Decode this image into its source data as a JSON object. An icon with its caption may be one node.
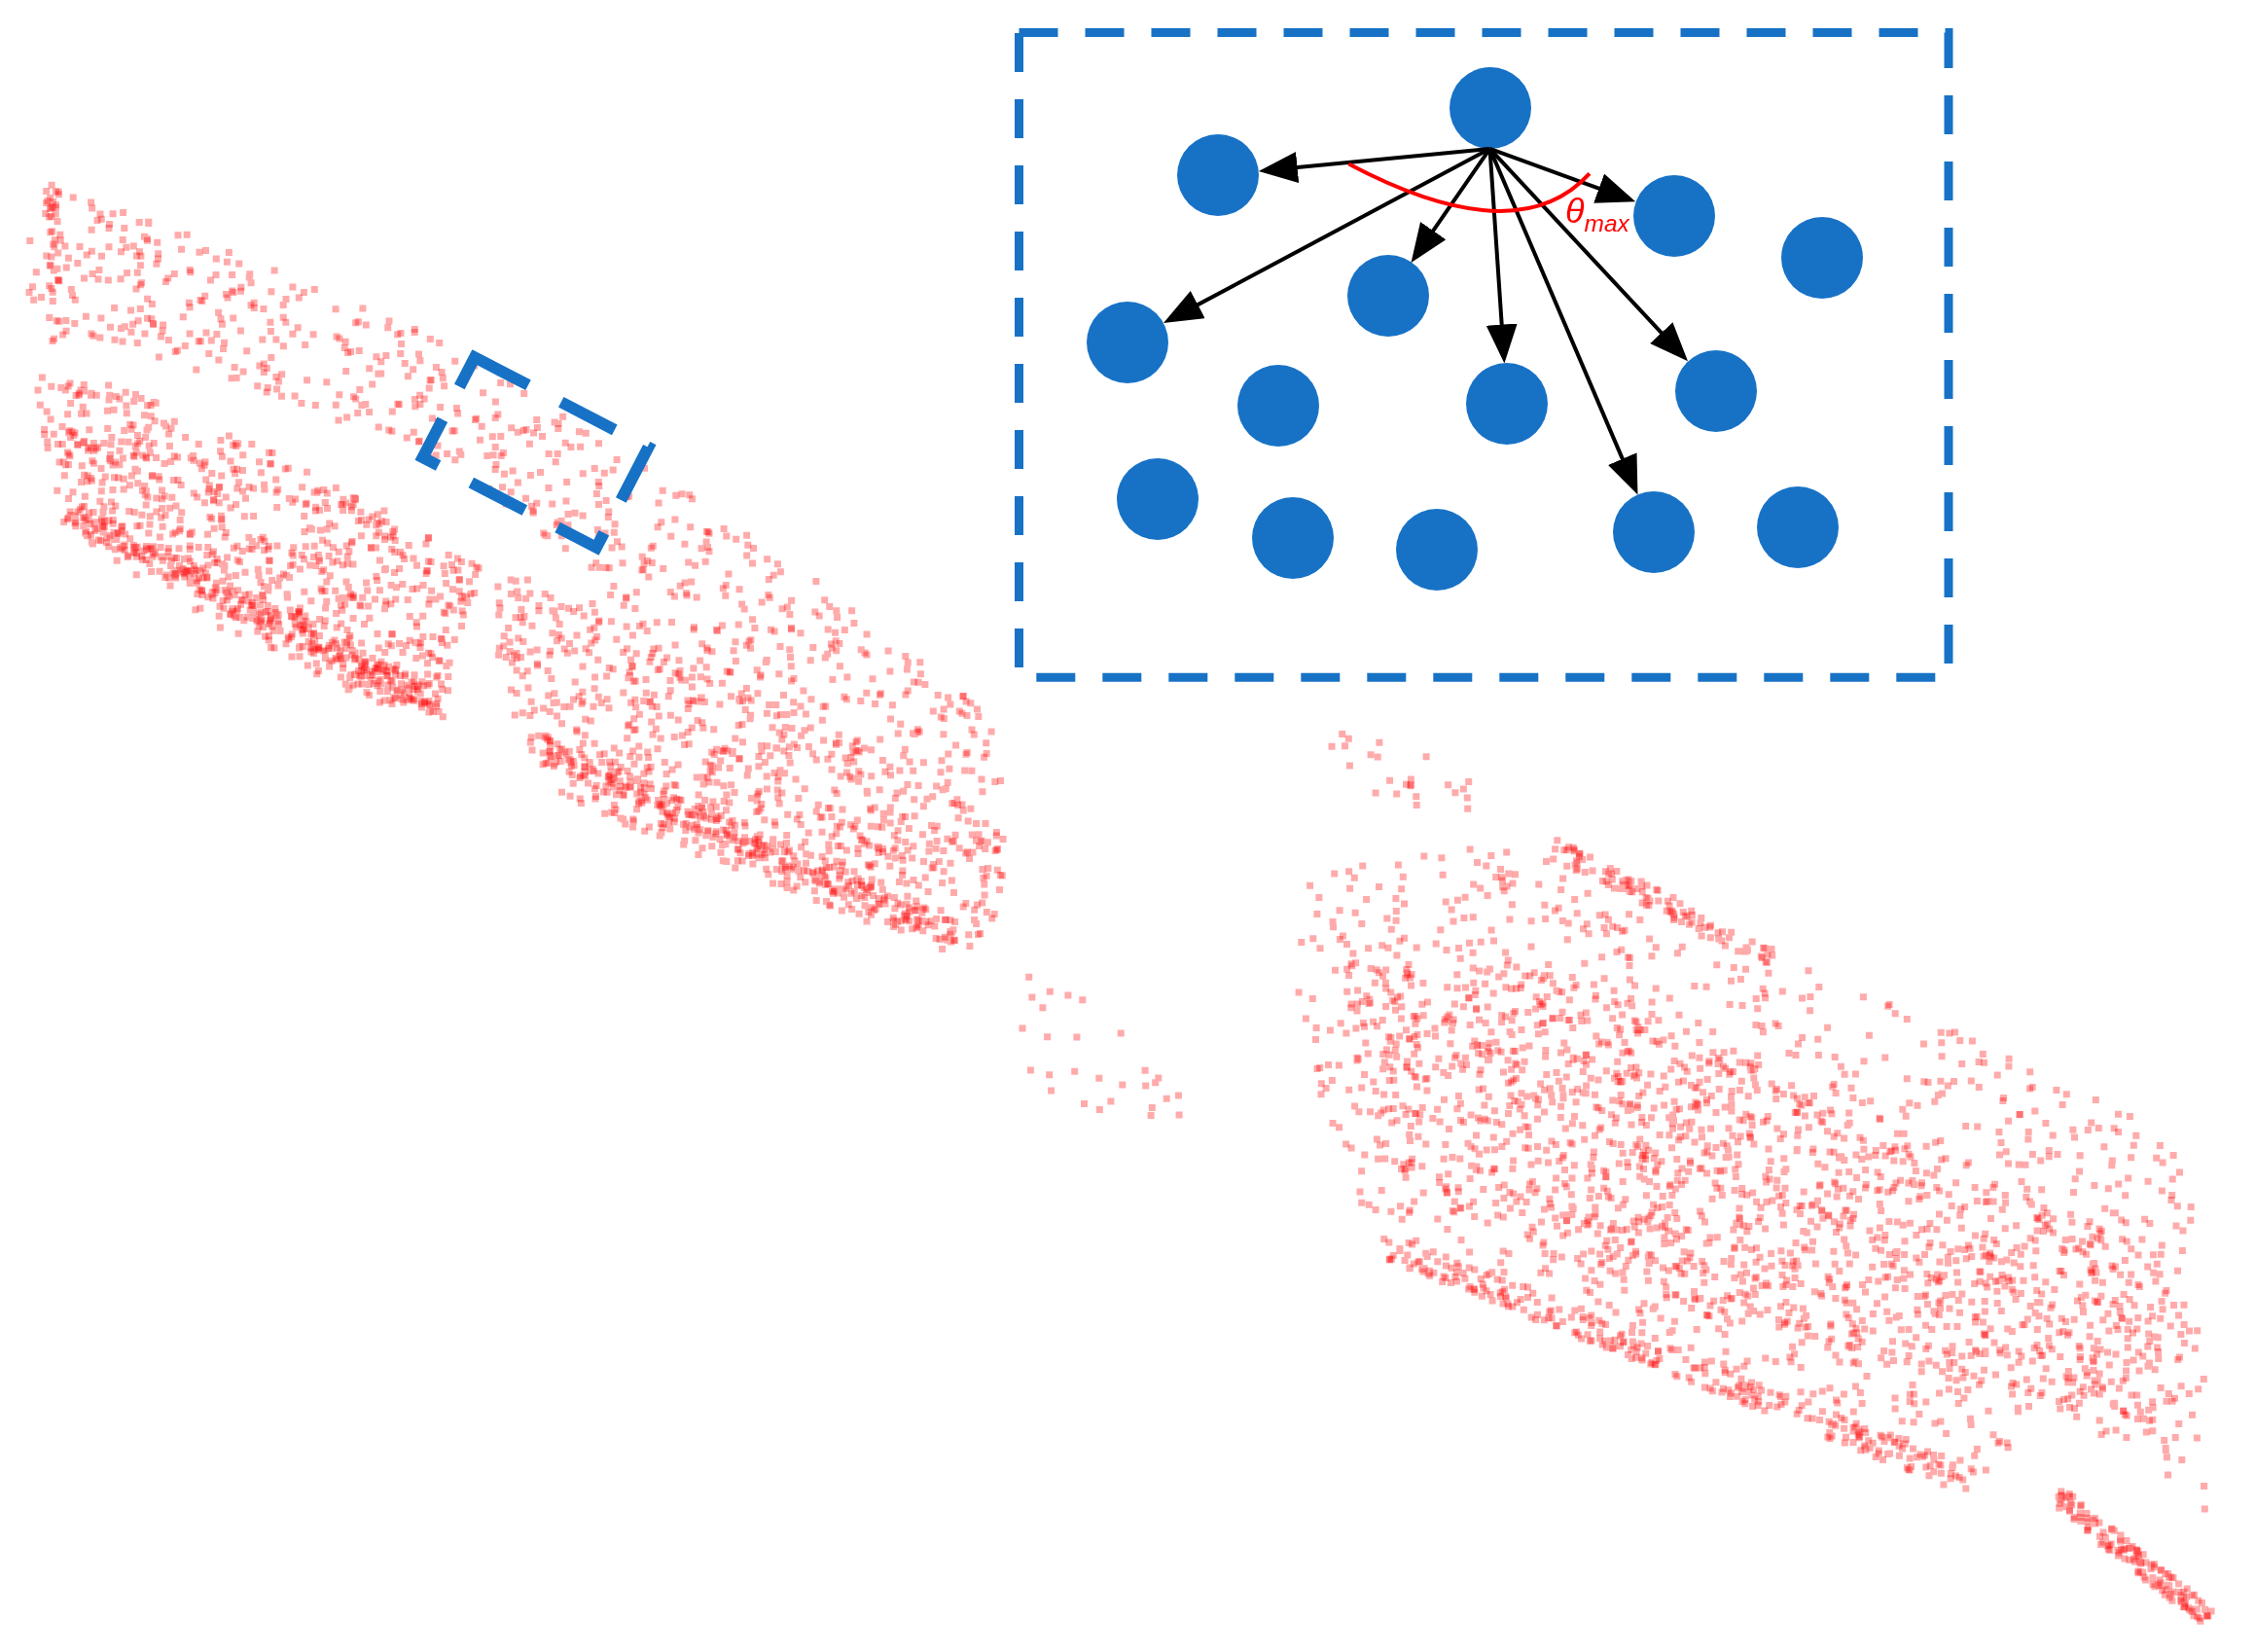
{
  "diagram": {
    "nodes": [
      {
        "text": [],
        "shape": "box"
      },
      {
        "text": [],
        "shape": "circle",
        "in": 0
      },
      {
        "text": [],
        "shape": "circle",
        "in": 0
      },
      {
        "text": [],
        "shape": "circle",
        "in": 0
      },
      {
        "text": [],
        "shape": "circle",
        "in": 0
      },
      {
        "text": [],
        "shape": "circle",
        "in": 0
      },
      {
        "text": [],
        "shape": "circle",
        "in": 0
      },
      {
        "text": [],
        "shape": "circle",
        "in": 0
      },
      {
        "text": [],
        "shape": "circle",
        "in": 0
      },
      {
        "text": [],
        "shape": "circle",
        "in": 0
      },
      {
        "text": [],
        "shape": "circle",
        "in": 0
      },
      {
        "text": [],
        "shape": "circle",
        "in": 0
      },
      {
        "text": [],
        "shape": "circle",
        "in": 0
      },
      {
        "text": [],
        "shape": "circle",
        "in": 0
      },
      {
        "text": [],
        "shape": "circle",
        "in": 0
      },
      {
        "text": [],
        "shape": "box"
      }
    ],
    "edges": [
      {
        "from": 1,
        "to": 2,
        "arrow": "to"
      },
      {
        "from": 1,
        "to": 3,
        "arrow": "to"
      },
      {
        "from": 1,
        "to": 5,
        "arrow": "to"
      },
      {
        "from": 1,
        "to": 6,
        "arrow": "to"
      },
      {
        "from": 1,
        "to": 8,
        "arrow": "to"
      },
      {
        "from": 1,
        "to": 9,
        "arrow": "to"
      },
      {
        "from": 1,
        "to": 13,
        "arrow": "to"
      }
    ],
    "labels": [
      "θ$_{max}$"
    ]
  }
}
